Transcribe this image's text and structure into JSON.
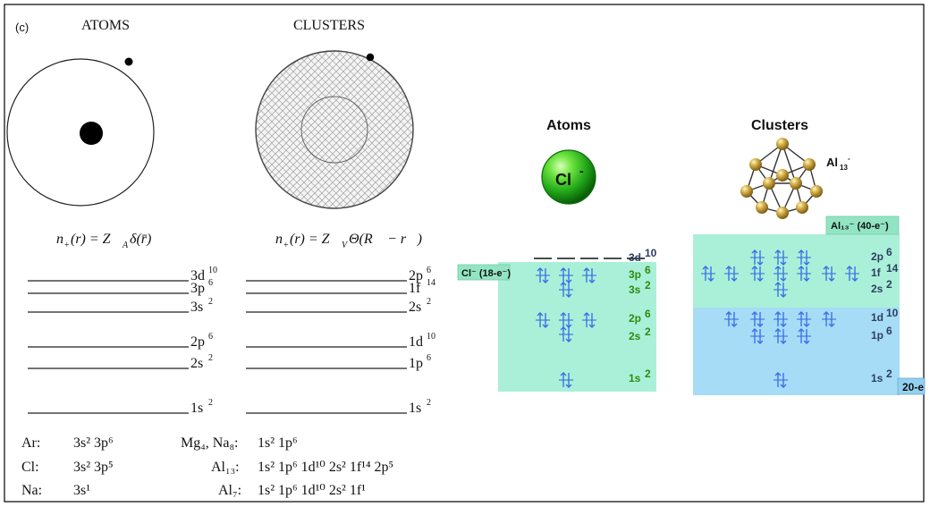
{
  "panel_label": "(c)",
  "left_titles": {
    "atoms": "ATOMS",
    "clusters": "CLUSTERS"
  },
  "formulas": {
    "atoms": {
      "main": "n",
      "sub": "+",
      "rest": "(r) = Z",
      "z_sub": "A",
      "tail": "δ(r̄)"
    },
    "clusters": {
      "main": "n",
      "sub": "+",
      "rest": "(r) = Z",
      "z_sub": "V",
      "tail": "Θ(R⃗ − r⃗)"
    }
  },
  "left_levels": {
    "atoms": [
      {
        "base": "3d",
        "sup": "10"
      },
      {
        "base": "3p",
        "sup": "6"
      },
      {
        "base": "3s",
        "sup": "2"
      },
      {
        "base": "2p",
        "sup": "6"
      },
      {
        "base": "2s",
        "sup": "2"
      },
      {
        "base": "1s",
        "sup": "2"
      }
    ],
    "clusters": [
      {
        "base": "2p",
        "sup": "6"
      },
      {
        "base": "1f",
        "sup": "14"
      },
      {
        "base": "2s",
        "sup": "2"
      },
      {
        "base": "1d",
        "sup": "10"
      },
      {
        "base": "1p",
        "sup": "6"
      },
      {
        "base": "1s",
        "sup": "2"
      }
    ]
  },
  "configs": {
    "left": [
      {
        "label": "Ar:",
        "value": "3s² 3p⁶"
      },
      {
        "label": "Cl:",
        "value": "3s² 3p⁵"
      },
      {
        "label": "Na:",
        "value": "3s¹"
      }
    ],
    "right": [
      {
        "label": "Mg₄, Na₈:",
        "value": "1s² 1p⁶"
      },
      {
        "label": "Al₁₃:",
        "value": "1s² 1p⁶ 1d¹⁰ 2s² 1f¹⁴ 2p⁵"
      },
      {
        "label": "Al₇:",
        "value": "1s² 1p⁶ 1d¹⁰ 2s² 1f¹"
      }
    ]
  },
  "right_titles": {
    "atoms": "Atoms",
    "clusters": "Clusters"
  },
  "right_labels": {
    "cl_ball": "Cl",
    "cl_ball_charge": "-",
    "cluster_name": "Al",
    "cluster_sub": "13",
    "cluster_charge": "-",
    "cl_badge": "Cl⁻ (18-e⁻)",
    "al_badge": "Al₁₃⁻ (40-e⁻)",
    "electron_badge": "20-e"
  },
  "right_levels": {
    "atoms": [
      {
        "base": "3d",
        "sup": "10"
      },
      {
        "base": "3p",
        "sup": "6"
      },
      {
        "base": "3s",
        "sup": "2"
      },
      {
        "base": "2p",
        "sup": "6"
      },
      {
        "base": "2s",
        "sup": "2"
      },
      {
        "base": "1s",
        "sup": "2"
      }
    ],
    "clusters": [
      {
        "base": "2p",
        "sup": "6"
      },
      {
        "base": "1f",
        "sup": "14"
      },
      {
        "base": "2s",
        "sup": "2"
      },
      {
        "base": "1d",
        "sup": "10"
      },
      {
        "base": "1p",
        "sup": "6"
      },
      {
        "base": "1s",
        "sup": "2"
      }
    ]
  },
  "colors": {
    "green_title": "#2f8a12",
    "cluster_title": "#31414f",
    "green_panel": "#aaf0d8",
    "blue_panel": "#a6dcf6",
    "arrow_blue": "#3a6ee8",
    "badge_green": "#92e5c3",
    "badge_blue": "#93d1f1"
  },
  "icons": {
    "cl_sphere": "green-sphere-icon",
    "al13_cluster": "gold-cluster-icon"
  }
}
